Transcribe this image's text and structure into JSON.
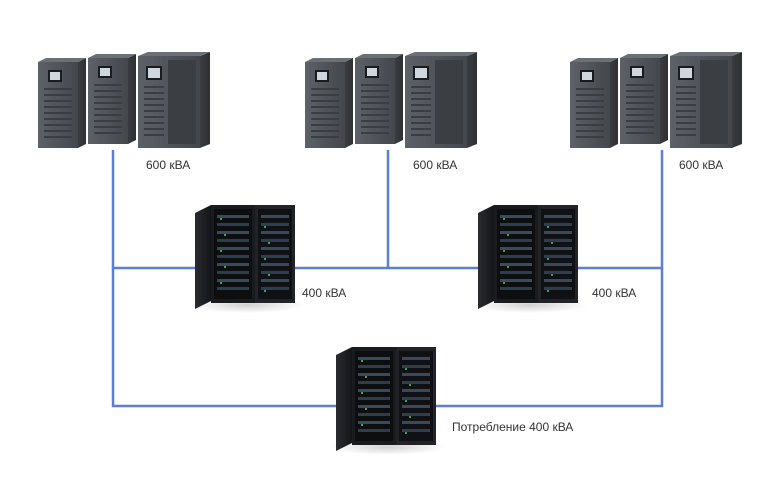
{
  "ups_groups": [
    {
      "label": "600 кВА"
    },
    {
      "label": "600 кВА"
    },
    {
      "label": "600 кВА"
    }
  ],
  "server_racks": [
    {
      "label": "400 кВА"
    },
    {
      "label": "400 кВА"
    },
    {
      "label": "Потребление 400 кВА"
    }
  ],
  "colors": {
    "connector": "#5b7fd6",
    "ups_body": "#4f5359",
    "rack_body": "#1c1d21"
  }
}
